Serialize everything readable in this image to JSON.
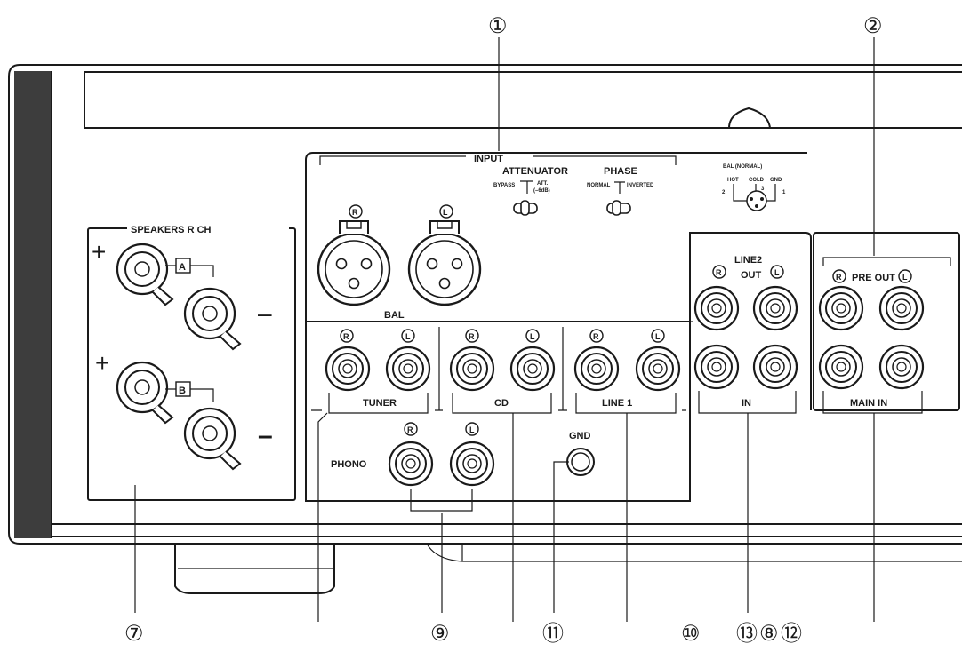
{
  "callouts": {
    "c1": "①",
    "c2": "②",
    "c7": "⑦",
    "c9": "⑨",
    "c11": "⑪",
    "c10": "⑩",
    "c13": "⑬",
    "c8": "⑧",
    "c12": "⑫"
  },
  "input_section": {
    "title": "INPUT",
    "attenuator_label": "ATTENUATOR",
    "attenuator_bypass": "BYPASS",
    "attenuator_att": "ATT.",
    "attenuator_db": "(–6dB)",
    "phase_label": "PHASE",
    "phase_normal": "NORMAL",
    "phase_inverted": "INVERTED",
    "bal_label": "BAL",
    "channel_r": "R",
    "channel_l": "L"
  },
  "bal_normal": {
    "title": "BAL (NORMAL)",
    "hot": "HOT",
    "cold": "COLD",
    "gnd": "GND",
    "pin2": "2",
    "pin3": "3",
    "pin1": "1"
  },
  "speakers": {
    "title": "SPEAKERS R CH",
    "plus": "+",
    "minus": "–",
    "a": "A",
    "b": "B"
  },
  "rca_groups": {
    "tuner": "TUNER",
    "cd": "CD",
    "line1": "LINE 1",
    "phono": "PHONO",
    "gnd": "GND",
    "line2_title": "LINE2",
    "line2_out": "OUT",
    "line2_in": "IN",
    "pre_out": "PRE OUT",
    "main_in": "MAIN IN"
  }
}
